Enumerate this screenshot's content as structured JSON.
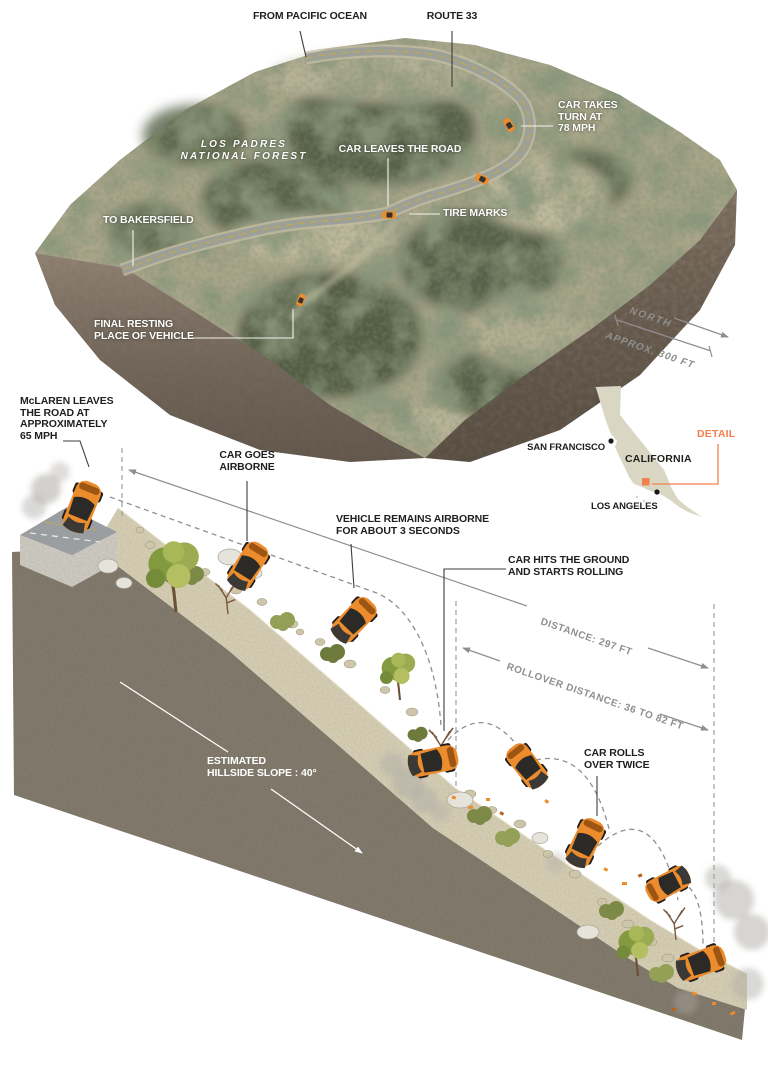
{
  "colors": {
    "car_orange": "#ec8c2d",
    "detail_orange": "#f37f4a",
    "measure_gray": "#8f8f8f",
    "map_beige": "#d9d6c3",
    "hillside_brown": "#7d7567",
    "slope_tan": "#d4cdb3",
    "forest_green": "#47523a"
  },
  "top_diagram": {
    "labels": {
      "from_pacific_ocean": "FROM PACIFIC OCEAN",
      "route_33": "ROUTE 33",
      "car_takes_turn": "CAR TAKES\nTURN AT\n78 MPH",
      "los_padres": "LOS PADRES\nNATIONAL FOREST",
      "car_leaves_the_road": "CAR LEAVES THE ROAD",
      "tire_marks": "TIRE MARKS",
      "to_bakersfield": "TO BAKERSFIELD",
      "final_resting": "FINAL RESTING\nPLACE OF VEHICLE",
      "north": "NORTH",
      "scale": "APPROX. 300 FT"
    }
  },
  "map_inset": {
    "san_francisco": "SAN FRANCISCO",
    "california": "CALIFORNIA",
    "los_angeles": "LOS ANGELES",
    "detail": "DETAIL"
  },
  "crash_sequence": {
    "labels": {
      "mclaren_leaves": "McLAREN LEAVES\nTHE ROAD AT\nAPPROXIMATELY\n65 MPH",
      "car_goes_airborne": "CAR GOES\nAIRBORNE",
      "vehicle_remains_airborne": "VEHICLE REMAINS AIRBORNE\nFOR ABOUT 3 SECONDS",
      "car_hits_ground": "CAR HITS THE GROUND\nAND STARTS ROLLING",
      "distance": "DISTANCE: 297 FT",
      "rollover_distance": "ROLLOVER DISTANCE: 36 TO 82 FT",
      "car_rolls_over": "CAR ROLLS\nOVER TWICE",
      "hillside_slope": "ESTIMATED\nHILLSIDE SLOPE : 40°"
    }
  }
}
